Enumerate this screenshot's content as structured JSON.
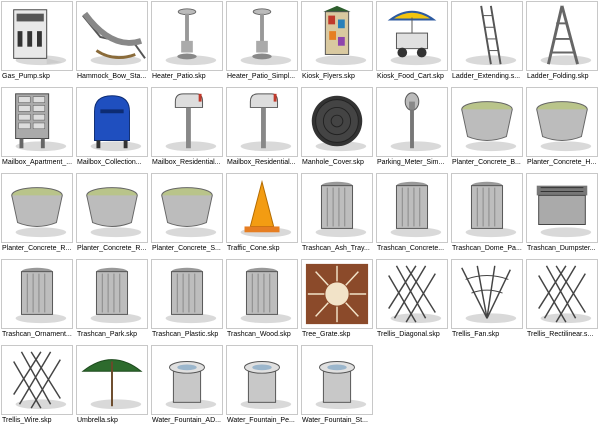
{
  "items": [
    {
      "label": "Gas_Pump.skp",
      "icon": "gas-pump-icon"
    },
    {
      "label": "Hammock_Bow_Sta...",
      "icon": "hammock-icon"
    },
    {
      "label": "Heater_Patio.skp",
      "icon": "patio-heater-icon"
    },
    {
      "label": "Heater_Patio_Simpl...",
      "icon": "patio-heater-icon"
    },
    {
      "label": "Kiosk_Flyers.skp",
      "icon": "kiosk-icon"
    },
    {
      "label": "Kiosk_Food_Cart.skp",
      "icon": "food-cart-icon"
    },
    {
      "label": "Ladder_Extending.s...",
      "icon": "ladder-icon"
    },
    {
      "label": "Ladder_Folding.skp",
      "icon": "folding-ladder-icon"
    },
    {
      "label": "Mailbox_Apartment_...",
      "icon": "mailbox-apartment-icon"
    },
    {
      "label": "Mailbox_Collection...",
      "icon": "mailbox-collection-icon"
    },
    {
      "label": "Mailbox_Residential...",
      "icon": "mailbox-residential-icon"
    },
    {
      "label": "Mailbox_Residential...",
      "icon": "mailbox-residential-icon"
    },
    {
      "label": "Manhole_Cover.skp",
      "icon": "manhole-cover-icon"
    },
    {
      "label": "Parking_Meter_Sim...",
      "icon": "parking-meter-icon"
    },
    {
      "label": "Planter_Concrete_B...",
      "icon": "planter-icon"
    },
    {
      "label": "Planter_Concrete_H...",
      "icon": "planter-icon"
    },
    {
      "label": "Planter_Concrete_R...",
      "icon": "planter-icon"
    },
    {
      "label": "Planter_Concrete_R...",
      "icon": "planter-icon"
    },
    {
      "label": "Planter_Concrete_S...",
      "icon": "planter-icon"
    },
    {
      "label": "Traffic_Cone.skp",
      "icon": "traffic-cone-icon"
    },
    {
      "label": "Trashcan_Ash_Tray...",
      "icon": "trashcan-icon"
    },
    {
      "label": "Trashcan_Concrete...",
      "icon": "trashcan-icon"
    },
    {
      "label": "Trashcan_Dome_Pa...",
      "icon": "trashcan-icon"
    },
    {
      "label": "Trashcan_Dumpster...",
      "icon": "dumpster-icon"
    },
    {
      "label": "Trashcan_Ornament...",
      "icon": "trashcan-icon"
    },
    {
      "label": "Trashcan_Park.skp",
      "icon": "trashcan-icon"
    },
    {
      "label": "Trashcan_Plastic.skp",
      "icon": "trashcan-icon"
    },
    {
      "label": "Trashcan_Wood.skp",
      "icon": "trashcan-icon"
    },
    {
      "label": "Tree_Grate.skp",
      "icon": "tree-grate-icon"
    },
    {
      "label": "Trellis_Diagonal.skp",
      "icon": "trellis-icon"
    },
    {
      "label": "Trellis_Fan.skp",
      "icon": "trellis-fan-icon"
    },
    {
      "label": "Trellis_Rectilinear.s...",
      "icon": "trellis-icon"
    },
    {
      "label": "Trellis_Wire.skp",
      "icon": "trellis-icon"
    },
    {
      "label": "Umbrella.skp",
      "icon": "umbrella-icon"
    },
    {
      "label": "Water_Fountain_AD...",
      "icon": "water-fountain-icon"
    },
    {
      "label": "Water_Fountain_Pe...",
      "icon": "water-fountain-icon"
    },
    {
      "label": "Water_Fountain_St...",
      "icon": "water-fountain-icon"
    }
  ]
}
